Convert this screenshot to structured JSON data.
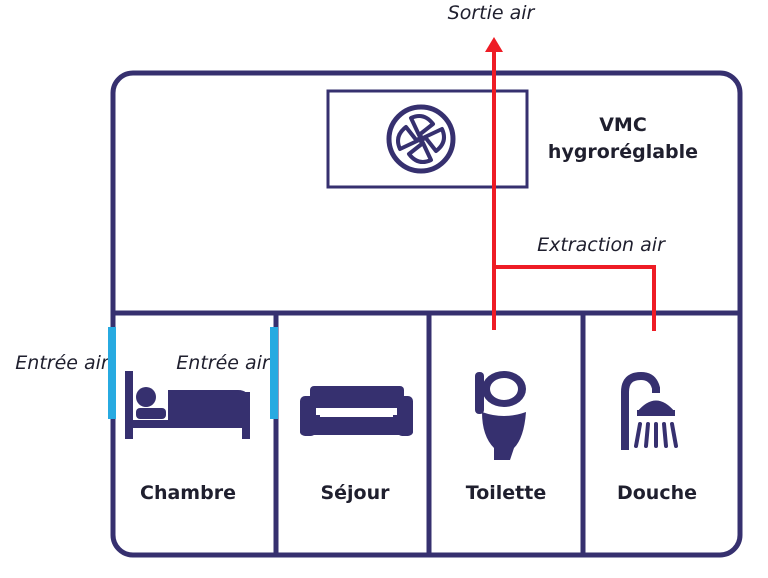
{
  "unit": {
    "title_line1": "VMC",
    "title_line2": "hygroréglable",
    "icon": "fan-icon"
  },
  "flows": {
    "outlet": "Sortie air",
    "extraction": "Extraction air",
    "inlet_outer": "Entrée air",
    "inlet_inner": "Entrée air"
  },
  "rooms": [
    {
      "name": "Chambre",
      "icon": "bed-icon"
    },
    {
      "name": "Séjour",
      "icon": "sofa-icon"
    },
    {
      "name": "Toilette",
      "icon": "toilet-icon"
    },
    {
      "name": "Douche",
      "icon": "shower-icon"
    }
  ],
  "colors": {
    "structure": "#36306f",
    "extraction_duct": "#ee1c25",
    "air_inlet": "#27aae1",
    "text": "#1f1f2e"
  }
}
